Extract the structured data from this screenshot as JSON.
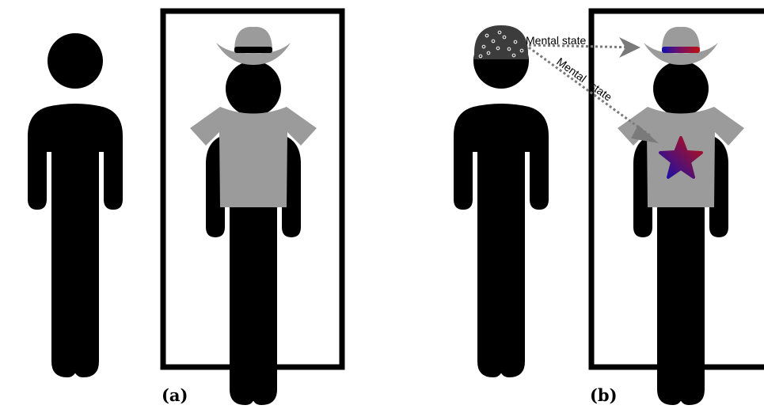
{
  "captions": {
    "panel_a": "(a)",
    "panel_b": "(b)"
  },
  "arrows": {
    "hat_label": "Mental state",
    "shirt_label": "Mental state"
  },
  "colors": {
    "figure": "#000000",
    "clothing": "#9b9b9b",
    "cap": "#3c3c3c",
    "arrow": "#7a7a7a",
    "gradient_red": "#c01010",
    "gradient_blue": "#1010b0"
  },
  "icons": [
    "person-icon",
    "cowboy-hat-icon",
    "t-shirt-icon",
    "eeg-cap-icon",
    "star-icon",
    "arrow-icon"
  ]
}
